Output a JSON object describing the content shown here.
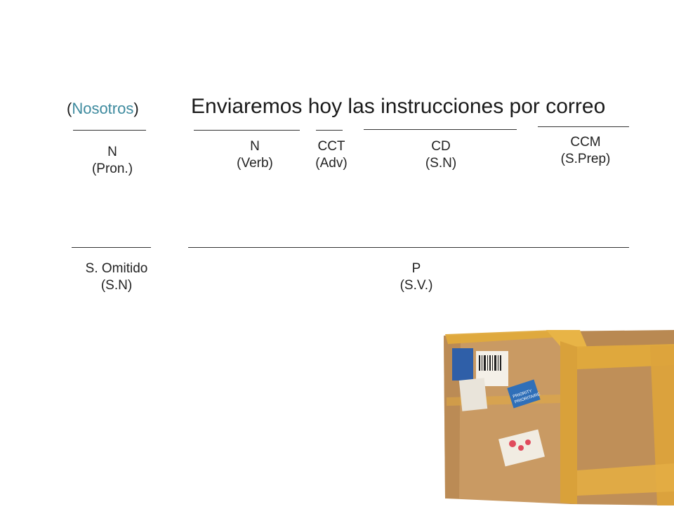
{
  "sentence": "Enviaremos hoy las instrucciones por correo",
  "subject": {
    "open": "(",
    "word": "Nosotros",
    "close": ")"
  },
  "labels": {
    "pron": {
      "function": "N",
      "category": "(Pron.)"
    },
    "verb": {
      "function": "N",
      "category": "(Verb)"
    },
    "cct": {
      "function": "CCT",
      "category": "(Adv)"
    },
    "cd": {
      "function": "CD",
      "category": "(S.N)"
    },
    "ccm": {
      "function": "CCM",
      "category": "(S.Prep)"
    },
    "subject_phrase": {
      "function": "S. Omitido",
      "category": "(S.N)"
    },
    "predicate": {
      "function": "P",
      "category": "(S.V.)"
    }
  },
  "colors": {
    "subject_word": "#3d8a9e",
    "text": "#222222",
    "lines": "#333333",
    "tape": "#e0aa3c",
    "cardboard": "#c99a63"
  },
  "image": {
    "label": "PRIORITY PRIORITAIRE",
    "icon": "cardboard-parcel-icon"
  }
}
